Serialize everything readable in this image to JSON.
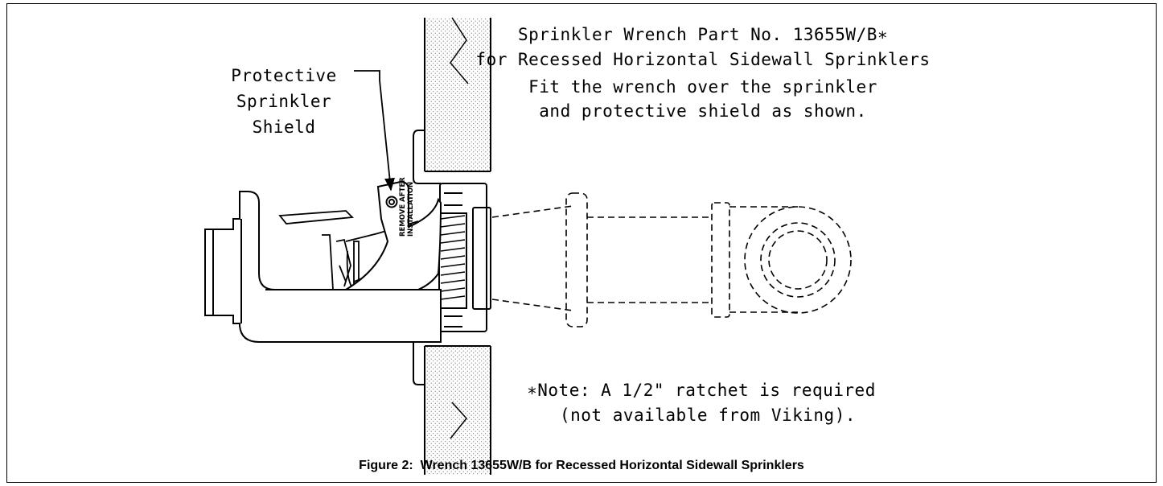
{
  "title_lines": [
    "Sprinkler Wrench Part No. 13655W/B∗",
    "for Recessed Horizontal Sidewall Sprinklers",
    "Fit the wrench over the sprinkler",
    "and protective shield as shown."
  ],
  "callout_lines": [
    "Protective",
    "Sprinkler",
    "Shield"
  ],
  "shield_text_lines": [
    "REMOVE AFTER",
    "INSTALLATION"
  ],
  "note_lines": [
    "∗Note: A 1/2\" ratchet is required",
    "(not available from Viking)."
  ],
  "caption": "Figure 2:  Wrench 13655W/B for Recessed Horizontal Sidewall Sprinklers"
}
